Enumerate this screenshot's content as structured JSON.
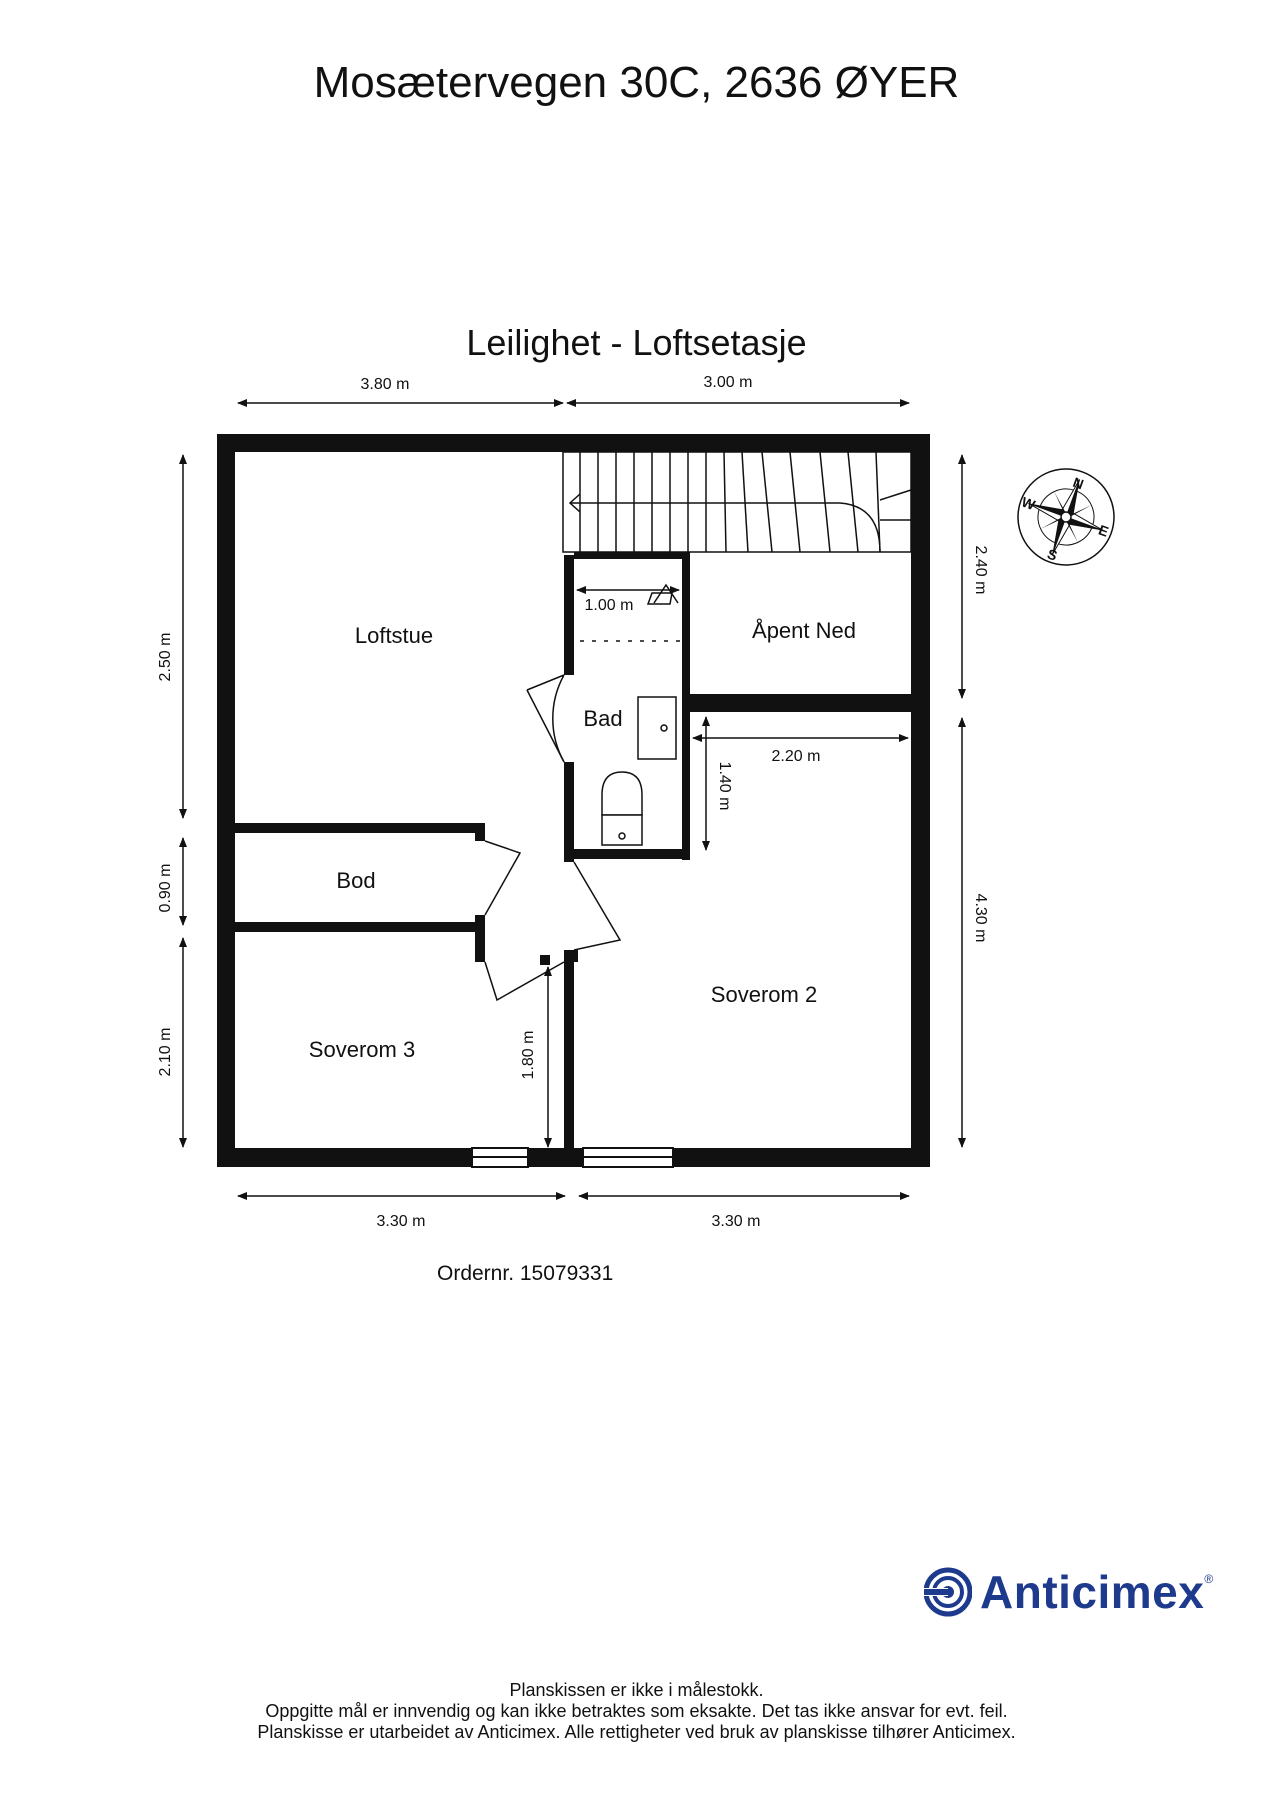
{
  "header": {
    "address": "Mosætervegen 30C, 2636 ØYER",
    "floor_title": "Leilighet - Loftsetasje"
  },
  "rooms": {
    "loftstue": "Loftstue",
    "bod": "Bod",
    "soverom3": "Soverom 3",
    "bad": "Bad",
    "apent_ned": "Åpent Ned",
    "soverom2": "Soverom 2"
  },
  "dimensions": {
    "top_left": "3.80 m",
    "top_right": "3.00 m",
    "bottom_left": "3.30 m",
    "bottom_right": "3.30 m",
    "left_top": "2.50 m",
    "left_mid": "0.90 m",
    "left_bottom": "2.10 m",
    "right_top": "2.40 m",
    "right_bottom": "4.30 m",
    "bad_width": "1.00 m",
    "soverom2_width": "2.20 m",
    "soverom2_niche": "1.40 m",
    "soverom3_niche": "1.80 m"
  },
  "compass": {
    "n": "N",
    "e": "E",
    "s": "S",
    "w": "W"
  },
  "order": "Ordernr. 15079331",
  "brand": {
    "name": "Anticimex",
    "reg": "®",
    "color": "#1e3a8c"
  },
  "disclaimer": {
    "line1": "Planskissen er ikke i målestokk.",
    "line2": "Oppgitte mål er innvendig og kan ikke betraktes som eksakte. Det tas ikke ansvar for evt. feil.",
    "line3": "Planskisse er utarbeidet av Anticimex. Alle rettigheter ved bruk av planskisse tilhører Anticimex."
  }
}
